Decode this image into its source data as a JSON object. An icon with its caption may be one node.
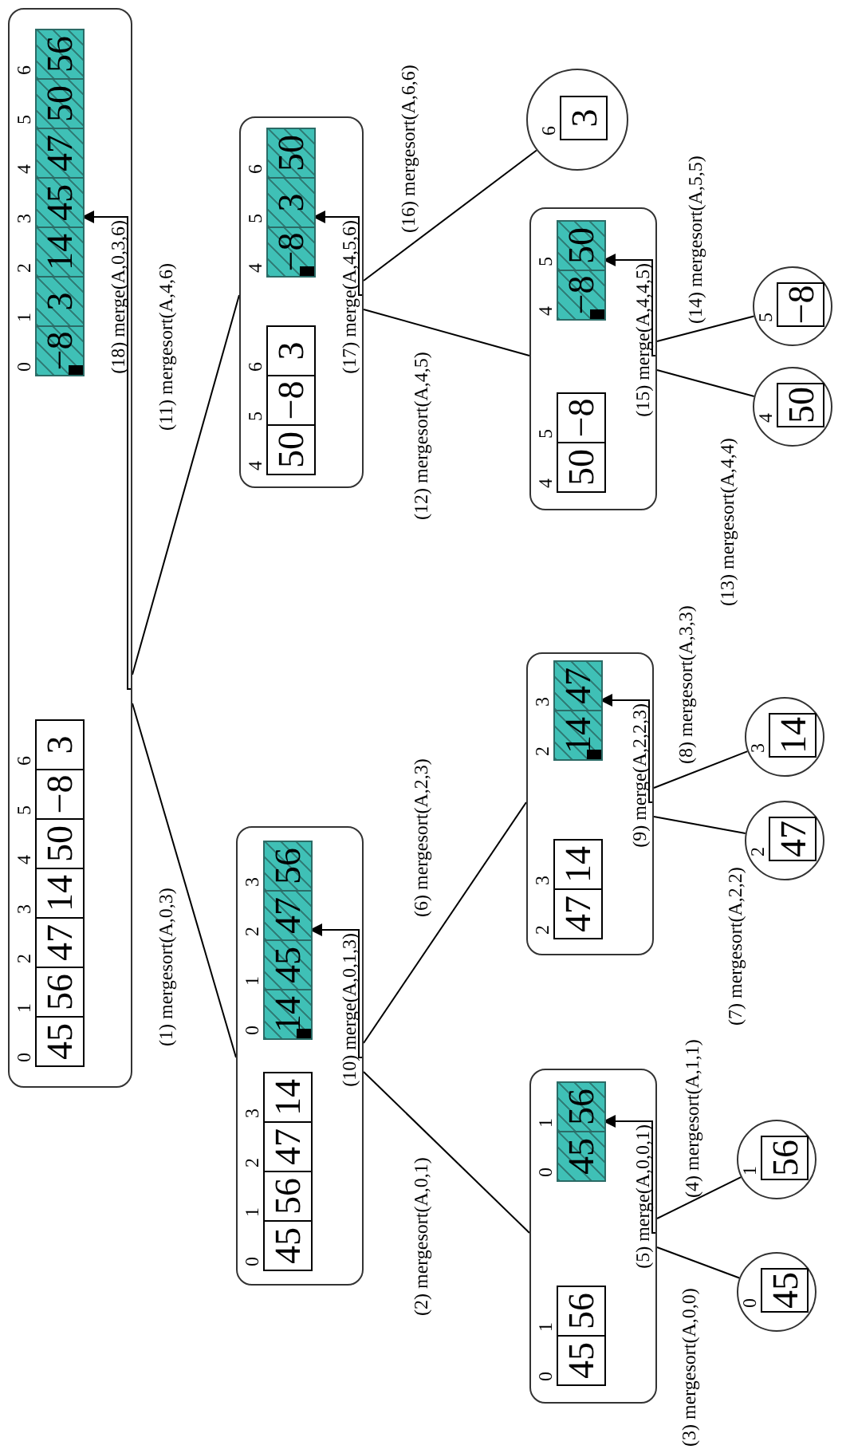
{
  "diagram": {
    "nodes": [
      {
        "text": [],
        "shape": "box"
      },
      {
        "text": [
          "45"
        ],
        "beside": [
          "0"
        ],
        "in": 0
      },
      {
        "text": [
          "56"
        ],
        "beside": [
          "1"
        ],
        "in": 0
      },
      {
        "text": [
          "47"
        ],
        "beside": [
          "2"
        ],
        "in": 0
      },
      {
        "text": [
          "14"
        ],
        "beside": [
          "3"
        ],
        "in": 0
      },
      {
        "text": [
          "50"
        ],
        "beside": [
          "4"
        ],
        "in": 0
      },
      {
        "text": [
          "−8"
        ],
        "beside": [
          "5"
        ],
        "in": 0
      },
      {
        "text": [
          "3"
        ],
        "beside": [
          "6"
        ],
        "in": 0
      },
      {
        "text": [
          "−8"
        ],
        "beside": [
          "0"
        ],
        "in": 0
      },
      {
        "text": [
          "3"
        ],
        "beside": [
          "1"
        ],
        "in": 0
      },
      {
        "text": [
          "14"
        ],
        "beside": [
          "2"
        ],
        "in": 0
      },
      {
        "text": [
          "45"
        ],
        "beside": [
          "3"
        ],
        "in": 0
      },
      {
        "text": [
          "47"
        ],
        "beside": [
          "4"
        ],
        "in": 0
      },
      {
        "text": [
          "50"
        ],
        "beside": [
          "5"
        ],
        "in": 0
      },
      {
        "text": [
          "56"
        ],
        "beside": [
          "6"
        ],
        "in": 0
      },
      {
        "text": [
          "(18) merge(A,0,3,6)"
        ],
        "in": 0
      },
      {
        "text": [],
        "shape": "box"
      },
      {
        "text": [
          "45"
        ],
        "beside": [
          "0"
        ],
        "in": 16
      },
      {
        "text": [
          "56"
        ],
        "beside": [
          "1"
        ],
        "in": 16
      },
      {
        "text": [
          "47"
        ],
        "beside": [
          "2"
        ],
        "in": 16
      },
      {
        "text": [
          "14"
        ],
        "beside": [
          "3"
        ],
        "in": 16
      },
      {
        "text": [
          "14"
        ],
        "beside": [
          "0"
        ],
        "in": 16
      },
      {
        "text": [
          "45"
        ],
        "beside": [
          "1"
        ],
        "in": 16
      },
      {
        "text": [
          "47"
        ],
        "beside": [
          "2"
        ],
        "in": 16
      },
      {
        "text": [
          "56"
        ],
        "beside": [
          "3"
        ],
        "in": 16
      },
      {
        "text": [
          "(10) merge(A,0,1,3)"
        ],
        "in": 16
      },
      {
        "text": [],
        "shape": "box"
      },
      {
        "text": [
          "50"
        ],
        "beside": [
          "4"
        ],
        "in": 26
      },
      {
        "text": [
          "−8"
        ],
        "beside": [
          "5"
        ],
        "in": 26
      },
      {
        "text": [
          "3"
        ],
        "beside": [
          "6"
        ],
        "in": 26
      },
      {
        "text": [
          "−8"
        ],
        "beside": [
          "4"
        ],
        "in": 26
      },
      {
        "text": [
          "3"
        ],
        "beside": [
          "5"
        ],
        "in": 26
      },
      {
        "text": [
          "50"
        ],
        "beside": [
          "6"
        ],
        "in": 26
      },
      {
        "text": [
          "(17) merge(A,4,5,6)"
        ],
        "in": 26
      },
      {
        "text": [],
        "shape": "box"
      },
      {
        "text": [
          "45"
        ],
        "beside": [
          "0"
        ],
        "in": 34
      },
      {
        "text": [
          "56"
        ],
        "beside": [
          "1"
        ],
        "in": 34
      },
      {
        "text": [
          "45"
        ],
        "beside": [
          "0"
        ],
        "in": 34
      },
      {
        "text": [
          "56"
        ],
        "beside": [
          "1"
        ],
        "in": 34
      },
      {
        "text": [
          "(5) merge(A,0,0,1)"
        ],
        "in": 34
      },
      {
        "text": [],
        "shape": "box"
      },
      {
        "text": [
          "47"
        ],
        "beside": [
          "2"
        ],
        "in": 40
      },
      {
        "text": [
          "14"
        ],
        "beside": [
          "3"
        ],
        "in": 40
      },
      {
        "text": [
          "14"
        ],
        "beside": [
          "2"
        ],
        "in": 40
      },
      {
        "text": [
          "47"
        ],
        "beside": [
          "3"
        ],
        "in": 40
      },
      {
        "text": [
          "(9) merge(A,2,2,3)"
        ],
        "in": 40
      },
      {
        "text": [],
        "shape": "box"
      },
      {
        "text": [
          "50"
        ],
        "beside": [
          "4"
        ],
        "in": 46
      },
      {
        "text": [
          "−8"
        ],
        "beside": [
          "5"
        ],
        "in": 46
      },
      {
        "text": [
          "−8"
        ],
        "beside": [
          "4"
        ],
        "in": 46
      },
      {
        "text": [
          "50"
        ],
        "beside": [
          "5"
        ],
        "in": 46
      },
      {
        "text": [
          "(15) merge(A,4,4,5)"
        ],
        "in": 46
      },
      {
        "text": [],
        "shape": "circle"
      },
      {
        "text": [
          "3"
        ],
        "beside": [
          "6"
        ],
        "in": 52
      },
      {
        "text": [],
        "shape": "circle"
      },
      {
        "text": [
          "45"
        ],
        "beside": [
          "0"
        ],
        "in": 54
      },
      {
        "text": [],
        "shape": "circle"
      },
      {
        "text": [
          "56"
        ],
        "beside": [
          "1"
        ],
        "in": 56
      },
      {
        "text": [],
        "shape": "circle"
      },
      {
        "text": [
          "47"
        ],
        "beside": [
          "2"
        ],
        "in": 58
      },
      {
        "text": [],
        "shape": "circle"
      },
      {
        "text": [
          "14"
        ],
        "beside": [
          "3"
        ],
        "in": 60
      },
      {
        "text": [],
        "shape": "circle"
      },
      {
        "text": [
          "50"
        ],
        "beside": [
          "4"
        ],
        "in": 62
      },
      {
        "text": [],
        "shape": "circle"
      },
      {
        "text": [
          "−8"
        ],
        "beside": [
          "5"
        ],
        "in": 64
      }
    ],
    "edges": [
      {
        "from": 0,
        "to": 16,
        "arrow": "none",
        "label": "(1) mergesort(A,0,3)"
      },
      {
        "from": 0,
        "to": 26,
        "arrow": "none",
        "label": "(11) mergesort(A,4,6)"
      },
      {
        "from": 15,
        "to": 11,
        "arrow": "to"
      },
      {
        "from": 16,
        "to": 34,
        "arrow": "none",
        "label": "(2) mergesort(A,0,1)"
      },
      {
        "from": 16,
        "to": 40,
        "arrow": "none",
        "label": "(6) mergesort(A,2,3)"
      },
      {
        "from": 25,
        "to": 23,
        "arrow": "to"
      },
      {
        "from": 26,
        "to": 46,
        "arrow": "none",
        "label": "(12) mergesort(A,4,5)"
      },
      {
        "from": 26,
        "to": 52,
        "arrow": "none",
        "label": "(16) mergesort(A,6,6)"
      },
      {
        "from": 33,
        "to": 31,
        "arrow": "to"
      },
      {
        "from": 34,
        "to": 54,
        "arrow": "none",
        "label": "(3) mergesort(A,0,0)"
      },
      {
        "from": 34,
        "to": 56,
        "arrow": "none",
        "label": "(4) mergesort(A,1,1)"
      },
      {
        "from": 39,
        "to": 38,
        "arrow": "to"
      },
      {
        "from": 40,
        "to": 58,
        "arrow": "none",
        "label": "(7) mergesort(A,2,2)"
      },
      {
        "from": 40,
        "to": 60,
        "arrow": "none",
        "label": "(8) mergesort(A,3,3)"
      },
      {
        "from": 45,
        "to": 44,
        "arrow": "to"
      },
      {
        "from": 46,
        "to": 62,
        "arrow": "none",
        "label": "(13) mergesort(A,4,4)"
      },
      {
        "from": 46,
        "to": 64,
        "arrow": "none",
        "label": "(14) mergesort(A,5,5)"
      },
      {
        "from": 51,
        "to": 50,
        "arrow": "to"
      }
    ]
  }
}
